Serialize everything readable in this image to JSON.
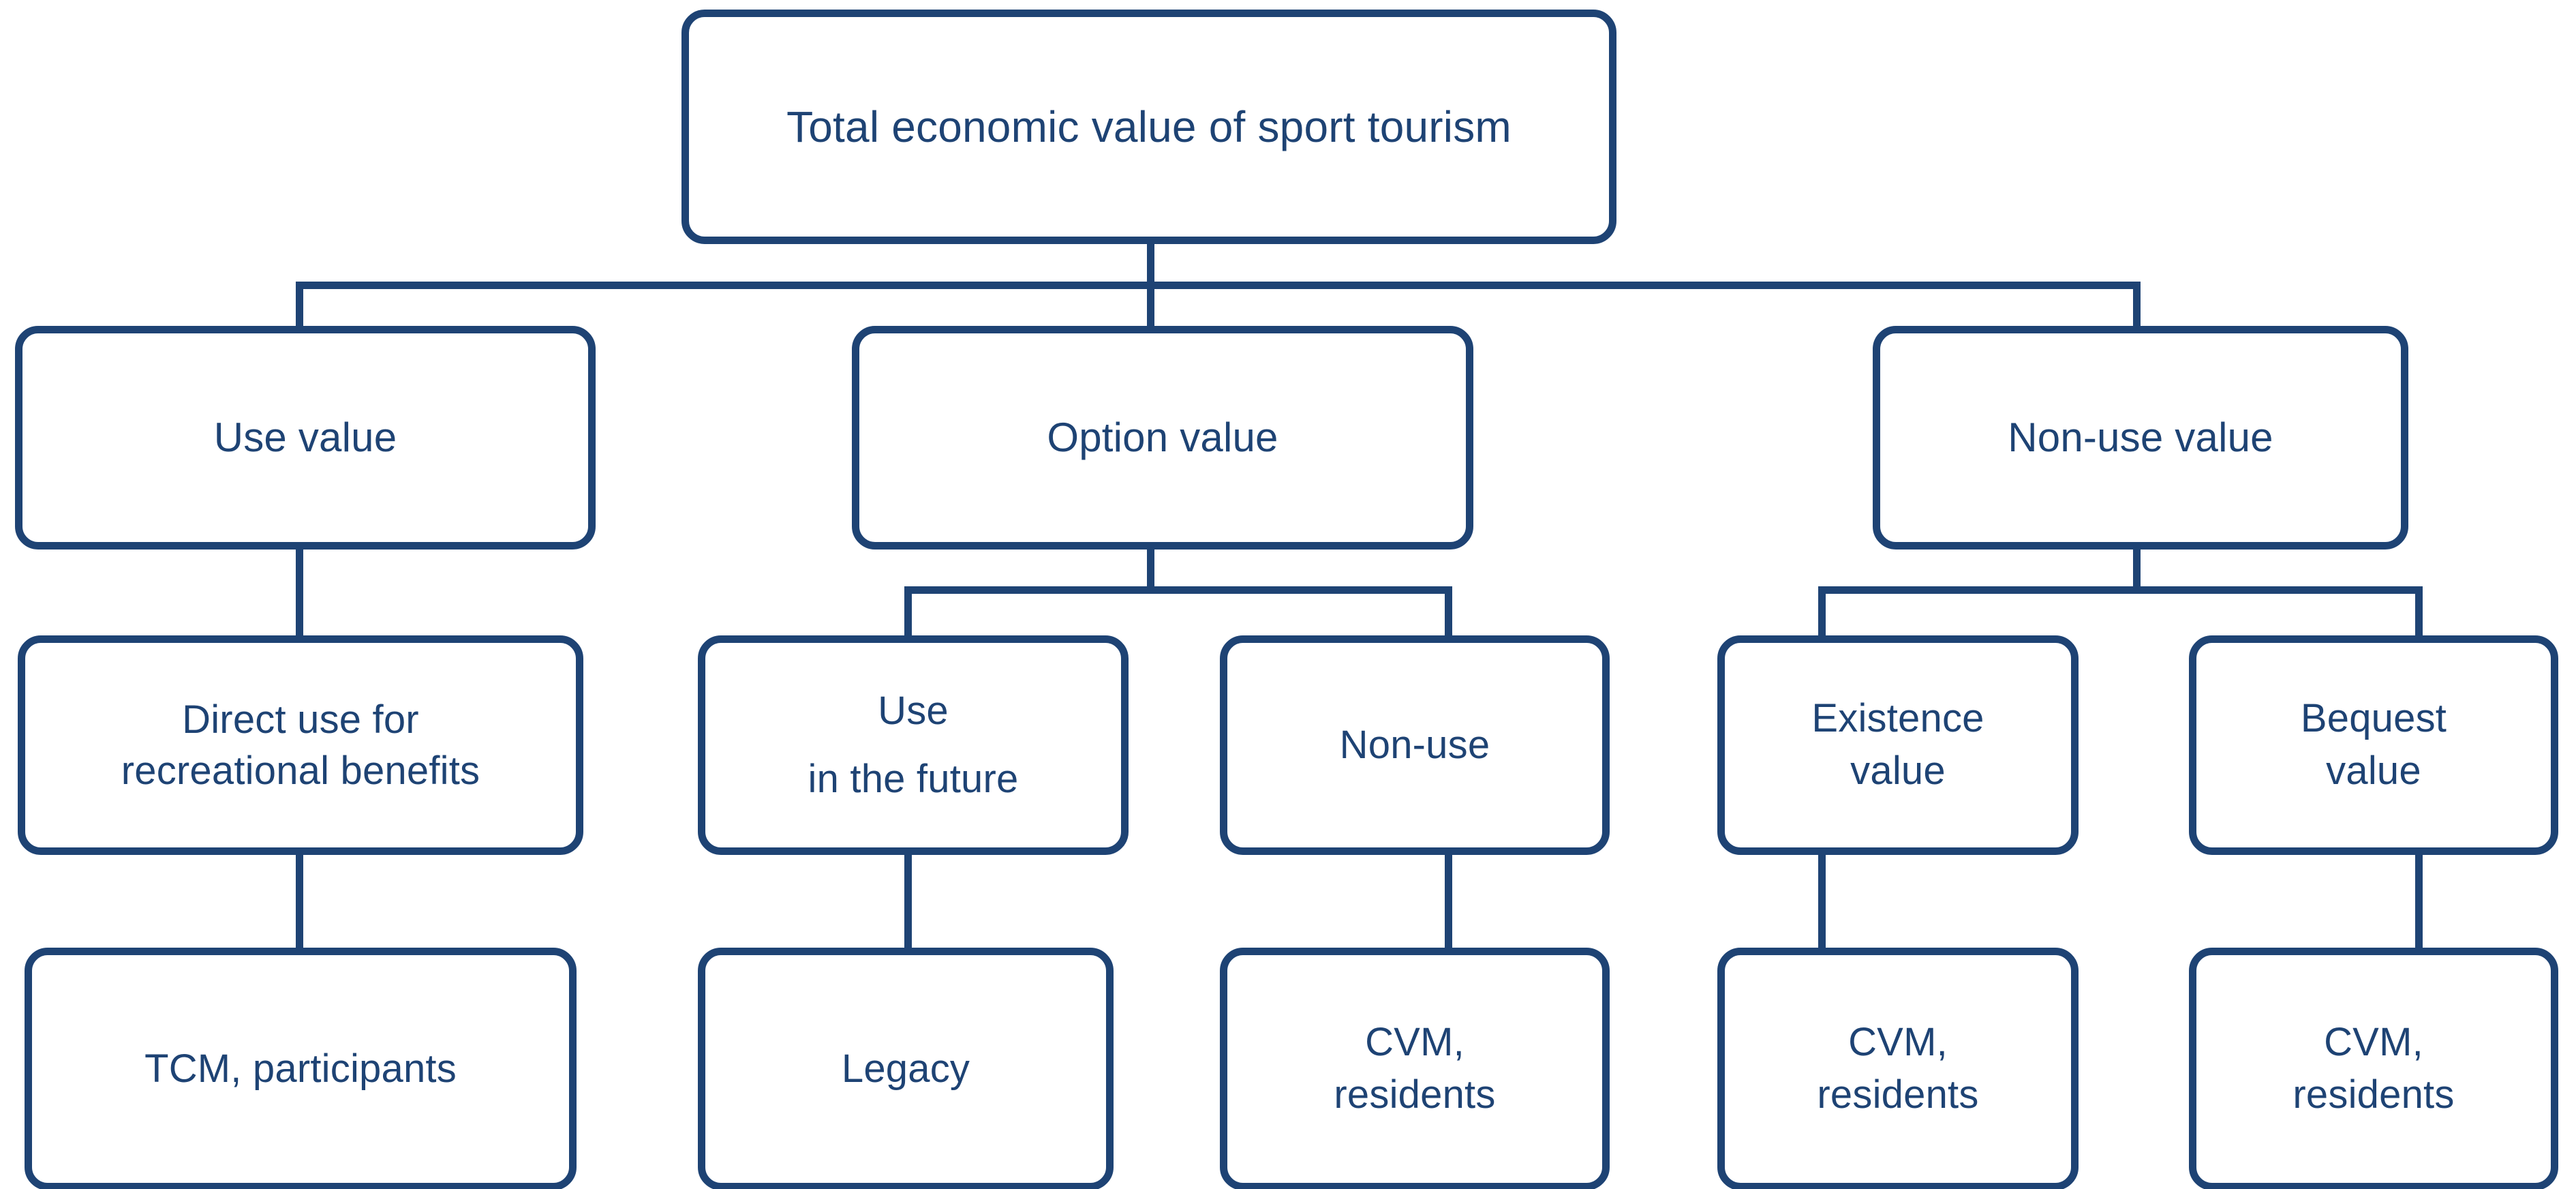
{
  "diagram": {
    "title": "Total economic value of sport tourism",
    "type": "hierarchy-tree",
    "accent_color": "#1e4374",
    "background_color": "#ffffff",
    "levels": 4
  },
  "nodes": {
    "root": {
      "label": "Total economic value of sport tourism"
    },
    "level2": {
      "use_value": {
        "label": "Use value"
      },
      "option_value": {
        "label": "Option value"
      },
      "non_use_value": {
        "label": "Non-use value"
      }
    },
    "level3": {
      "direct_use": {
        "label": "Direct use for\nrecreational benefits"
      },
      "use_in_future": {
        "label": "Use\nin the future"
      },
      "non_use": {
        "label": "Non-use"
      },
      "existence_value": {
        "label": "Existence\nvalue"
      },
      "bequest_value": {
        "label": "Bequest\nvalue"
      }
    },
    "level4": {
      "tcm_participants": {
        "label": "TCM, participants"
      },
      "legacy": {
        "label": "Legacy"
      },
      "cvm_residents_option": {
        "label": "CVM,\nresidents"
      },
      "cvm_residents_existence": {
        "label": "CVM,\nresidents"
      },
      "cvm_residents_bequest": {
        "label": "CVM,\nresidents"
      }
    }
  },
  "chart_data": {
    "type": "table",
    "title": "Total economic value of sport tourism",
    "tree": [
      {
        "level": 1,
        "label": "Total economic value of sport tourism",
        "children": [
          {
            "level": 2,
            "label": "Use value",
            "children": [
              {
                "level": 3,
                "label": "Direct use for recreational benefits",
                "children": [
                  {
                    "level": 4,
                    "label": "TCM, participants"
                  }
                ]
              }
            ]
          },
          {
            "level": 2,
            "label": "Option value",
            "children": [
              {
                "level": 3,
                "label": "Use in the future",
                "children": [
                  {
                    "level": 4,
                    "label": "Legacy"
                  }
                ]
              },
              {
                "level": 3,
                "label": "Non-use",
                "children": [
                  {
                    "level": 4,
                    "label": "CVM, residents"
                  }
                ]
              }
            ]
          },
          {
            "level": 2,
            "label": "Non-use value",
            "children": [
              {
                "level": 3,
                "label": "Existence value",
                "children": [
                  {
                    "level": 4,
                    "label": "CVM, residents"
                  }
                ]
              },
              {
                "level": 3,
                "label": "Bequest value",
                "children": [
                  {
                    "level": 4,
                    "label": "CVM, residents"
                  }
                ]
              }
            ]
          }
        ]
      }
    ]
  }
}
